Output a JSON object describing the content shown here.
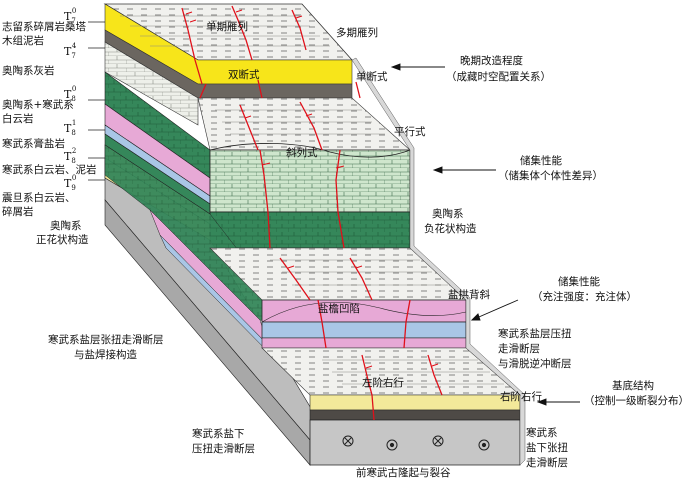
{
  "left_labels": {
    "t7_0": {
      "T": "T",
      "sub": "7",
      "sup": "0"
    },
    "silurian": "志留系碎屑岩桑塔",
    "muzu": "木组泥岩",
    "t7_4": {
      "T": "T",
      "sub": "7",
      "sup": "4"
    },
    "ordovician_limestone": "奥陶系灰岩",
    "t8_0": {
      "T": "T",
      "sub": "8",
      "sup": "0"
    },
    "ord_camb_a": "奥陶系+寒武系",
    "ord_camb_b": "白云岩",
    "t8_1": {
      "T": "T",
      "sub": "8",
      "sup": "1"
    },
    "camb_salt": "寒武系膏盐岩",
    "t8_2": {
      "T": "T",
      "sub": "8",
      "sup": "2"
    },
    "camb_dolo": "寒武系白云岩、泥岩",
    "t9_0": {
      "T": "T",
      "sub": "9",
      "sup": "0"
    },
    "sinian_a": "震旦系白云岩、",
    "sinian_b": "碎屑岩",
    "pos_flower_a": "奥陶系",
    "pos_flower_b": "正花状构造",
    "salt_weld_a": "寒武系盐层张扭走滑断层",
    "salt_weld_b": "与盐焊接构造",
    "subsalt_a": "寒武系盐下",
    "subsalt_b": "压扭走滑断层"
  },
  "inner_labels": {
    "single_en_echelon": "单期雁列",
    "double_fault": "双断式",
    "oblique": "斜列式",
    "salt_depression": "盐檐凹陷",
    "left_step": "左阶右行"
  },
  "right_labels": {
    "multi_en_echelon": "多期雁列",
    "single_fault": "单断式",
    "late_mod_a": "晚期改造程度",
    "late_mod_b": "（成藏时空配置关系）",
    "parallel": "平行式",
    "reservoir_a": "储集性能",
    "reservoir_b": "（储集体个体性差异）",
    "neg_flower_a": "奥陶系",
    "neg_flower_b": "负花状构造",
    "salt_anticline": "盐拱背斜",
    "reservoir2_a": "储集性能",
    "reservoir2_b": "（充注强度：充注体）",
    "camb_salt_fault_a": "寒武系盐层压扭",
    "camb_salt_fault_b": "走滑断层",
    "camb_salt_fault_c": "与滑脱逆冲断层",
    "right_step": "右阶右行",
    "basement_a": "基底结构",
    "basement_b": "（控制一级断裂分布）",
    "subsalt_tensional_a": "寒武系",
    "subsalt_tensional_b": "盐下张扭",
    "subsalt_tensional_c": "走滑断层"
  },
  "bottom_label": "前寒武古隆起与裂谷",
  "colors": {
    "limestone": "#eceee9",
    "top_yellow": "#f7e51a",
    "dark_band": "#6b6660",
    "dolomite_green": "#3a8a5c",
    "light_green_block": "#cde5cc",
    "salt_pink": "#e7a9d6",
    "salt_blue": "#a9c6e6",
    "basement_grey": "#c6c6c6",
    "fault_red": "#e0101a",
    "sinian_yellow": "#f3e99a"
  }
}
